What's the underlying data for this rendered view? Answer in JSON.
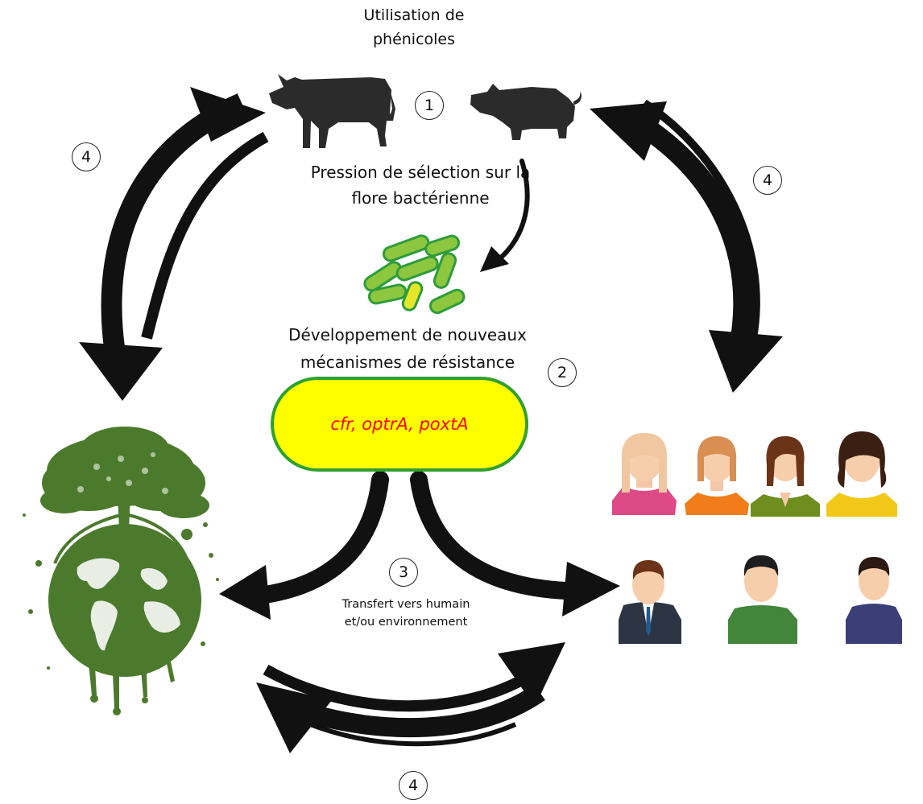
{
  "labels": {
    "use": "Utilisation de phénicoles",
    "pressure": "Pression de sélection sur la flore bactérienne",
    "development": "Développement de nouveaux mécanismes de résistance",
    "genes": "cfr, optrA, poxtA",
    "transfer": "Transfert vers humain et/ou environnement"
  },
  "steps": {
    "s1": "1",
    "s2": "2",
    "s3": "3",
    "s4_left": "4",
    "s4_right": "4",
    "s4_bottom": "4"
  },
  "colors": {
    "arrow": "#111111",
    "bacteria_fill": "#8dc63f",
    "bacteria_stroke": "#2e9c3a",
    "bacteria_yellow": "#e5e52a",
    "gene_box_fill": "#ffff00",
    "gene_box_border": "#2fa02f",
    "gene_text": "#ff0000",
    "tree_green": "#4c7a2c",
    "animal": "#2b2b2b"
  },
  "icons": {
    "cow": "cow-icon",
    "pig": "pig-icon",
    "bacteria": "bacteria-icon",
    "tree_globe": "tree-globe-icon",
    "people": "people-icon"
  }
}
